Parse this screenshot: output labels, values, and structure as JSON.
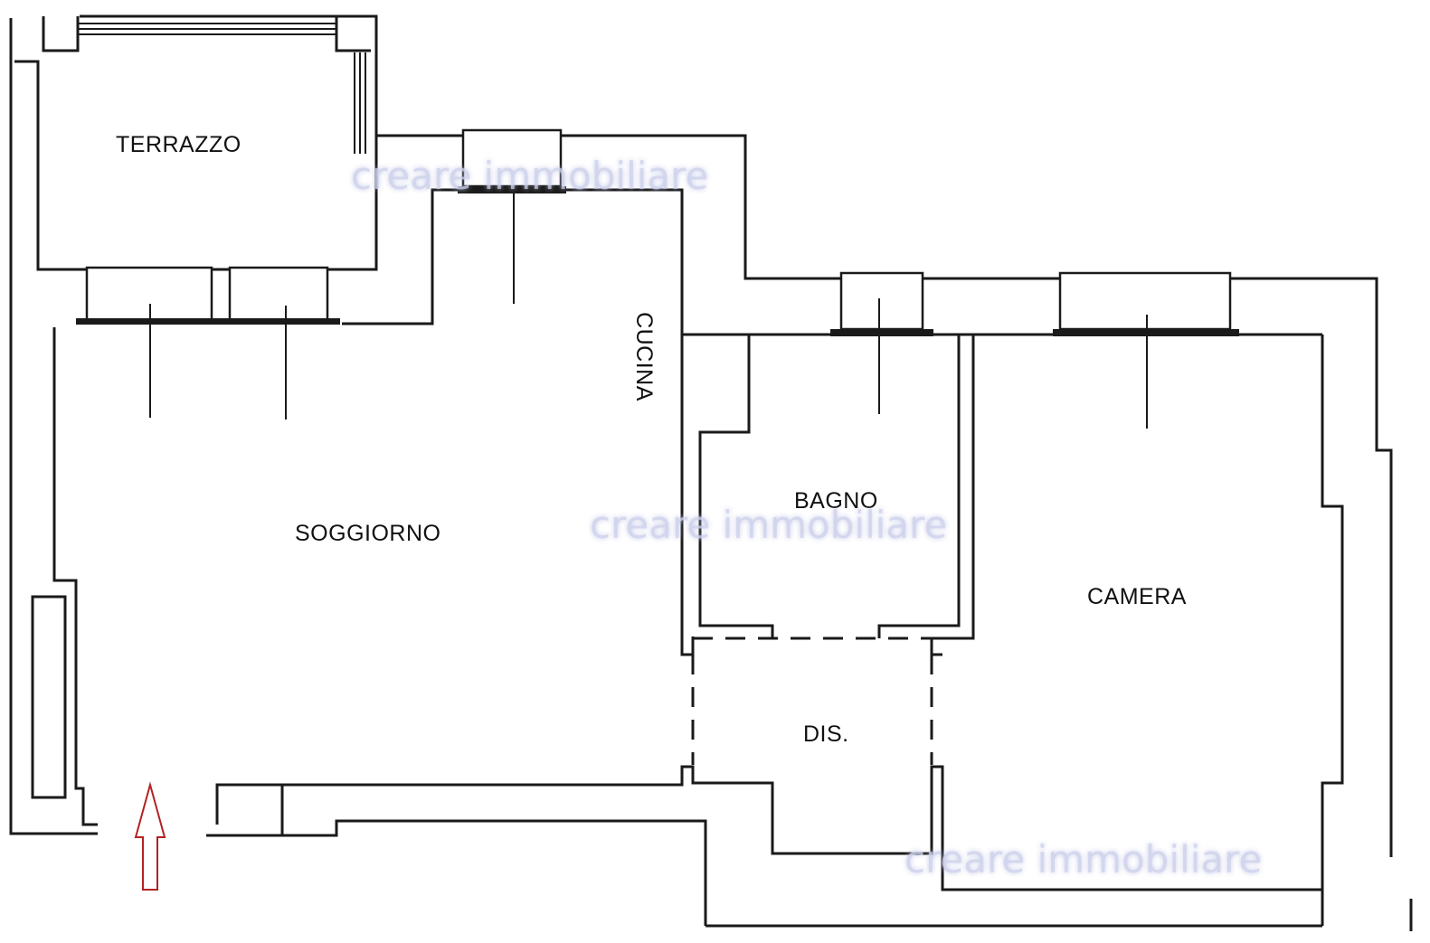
{
  "rooms": {
    "terrazzo": "TERRAZZO",
    "soggiorno": "SOGGIORNO",
    "cucina": "CUCINA",
    "bagno": "BAGNO",
    "camera": "CAMERA",
    "dis": "DIS."
  },
  "watermark": "creare immobiliare",
  "colors": {
    "walls": "#1a1a1a",
    "entrance_arrow": "#b22222",
    "watermark": "#cdd2eb"
  },
  "icons": {
    "entrance": "entrance-arrow-icon"
  }
}
